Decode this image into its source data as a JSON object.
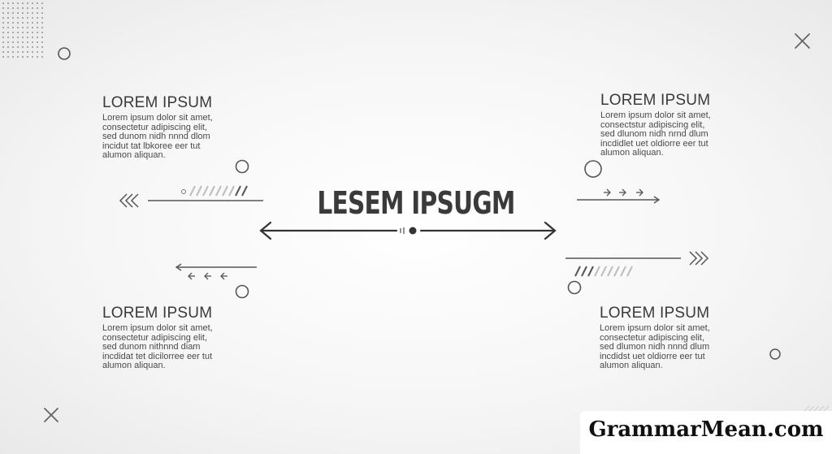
{
  "main_title": "LESEM IPSUGM",
  "blocks": {
    "top_left": {
      "heading": "LOREM IPSUM",
      "lines": [
        "Lorem ipsum dolor sit amet,",
        "consectetur adipiscing elit,",
        "sed dunom nidh nnnd dlom",
        "incidut tat lbkoree eer tut",
        "alumon aliquan."
      ]
    },
    "top_right": {
      "heading": "LOREM IPSUM",
      "lines": [
        "Lorem ipsum dolor sit amet,",
        "consectstur adipiscing elit,",
        "sed dlunom nidh nrnd dlum",
        "incdidlet uet oldiorre eer tut",
        "alumon aliquan."
      ]
    },
    "bottom_left": {
      "heading": "LOREM IPSUM",
      "lines": [
        "Lorem ipsum dolor sit amet,",
        "consectetur adipiscing elit,",
        "sed dunom nithnnd diam",
        "incdidat tet dicilorree eer tut",
        "alumon aliquan."
      ]
    },
    "bottom_right": {
      "heading": "LOREM IPSUM",
      "lines": [
        "Lorem ipsum dolor sit amet,",
        "consectetur adipiscing elit,",
        "sed dlumon nidh nnnd dlum",
        "incdidst uet oldiorre eer tut",
        "alumon aliquan."
      ]
    }
  },
  "watermark": "GrammarMean.com",
  "colors": {
    "line": "#444444",
    "text": "#3a3a3a",
    "hatch": "#bdbdbd"
  },
  "icons": [
    "close-icon",
    "double-chevron-left-icon",
    "double-chevron-right-icon",
    "arrow-left-icon",
    "arrow-right-icon",
    "circle-icon",
    "dot-grid-icon"
  ]
}
